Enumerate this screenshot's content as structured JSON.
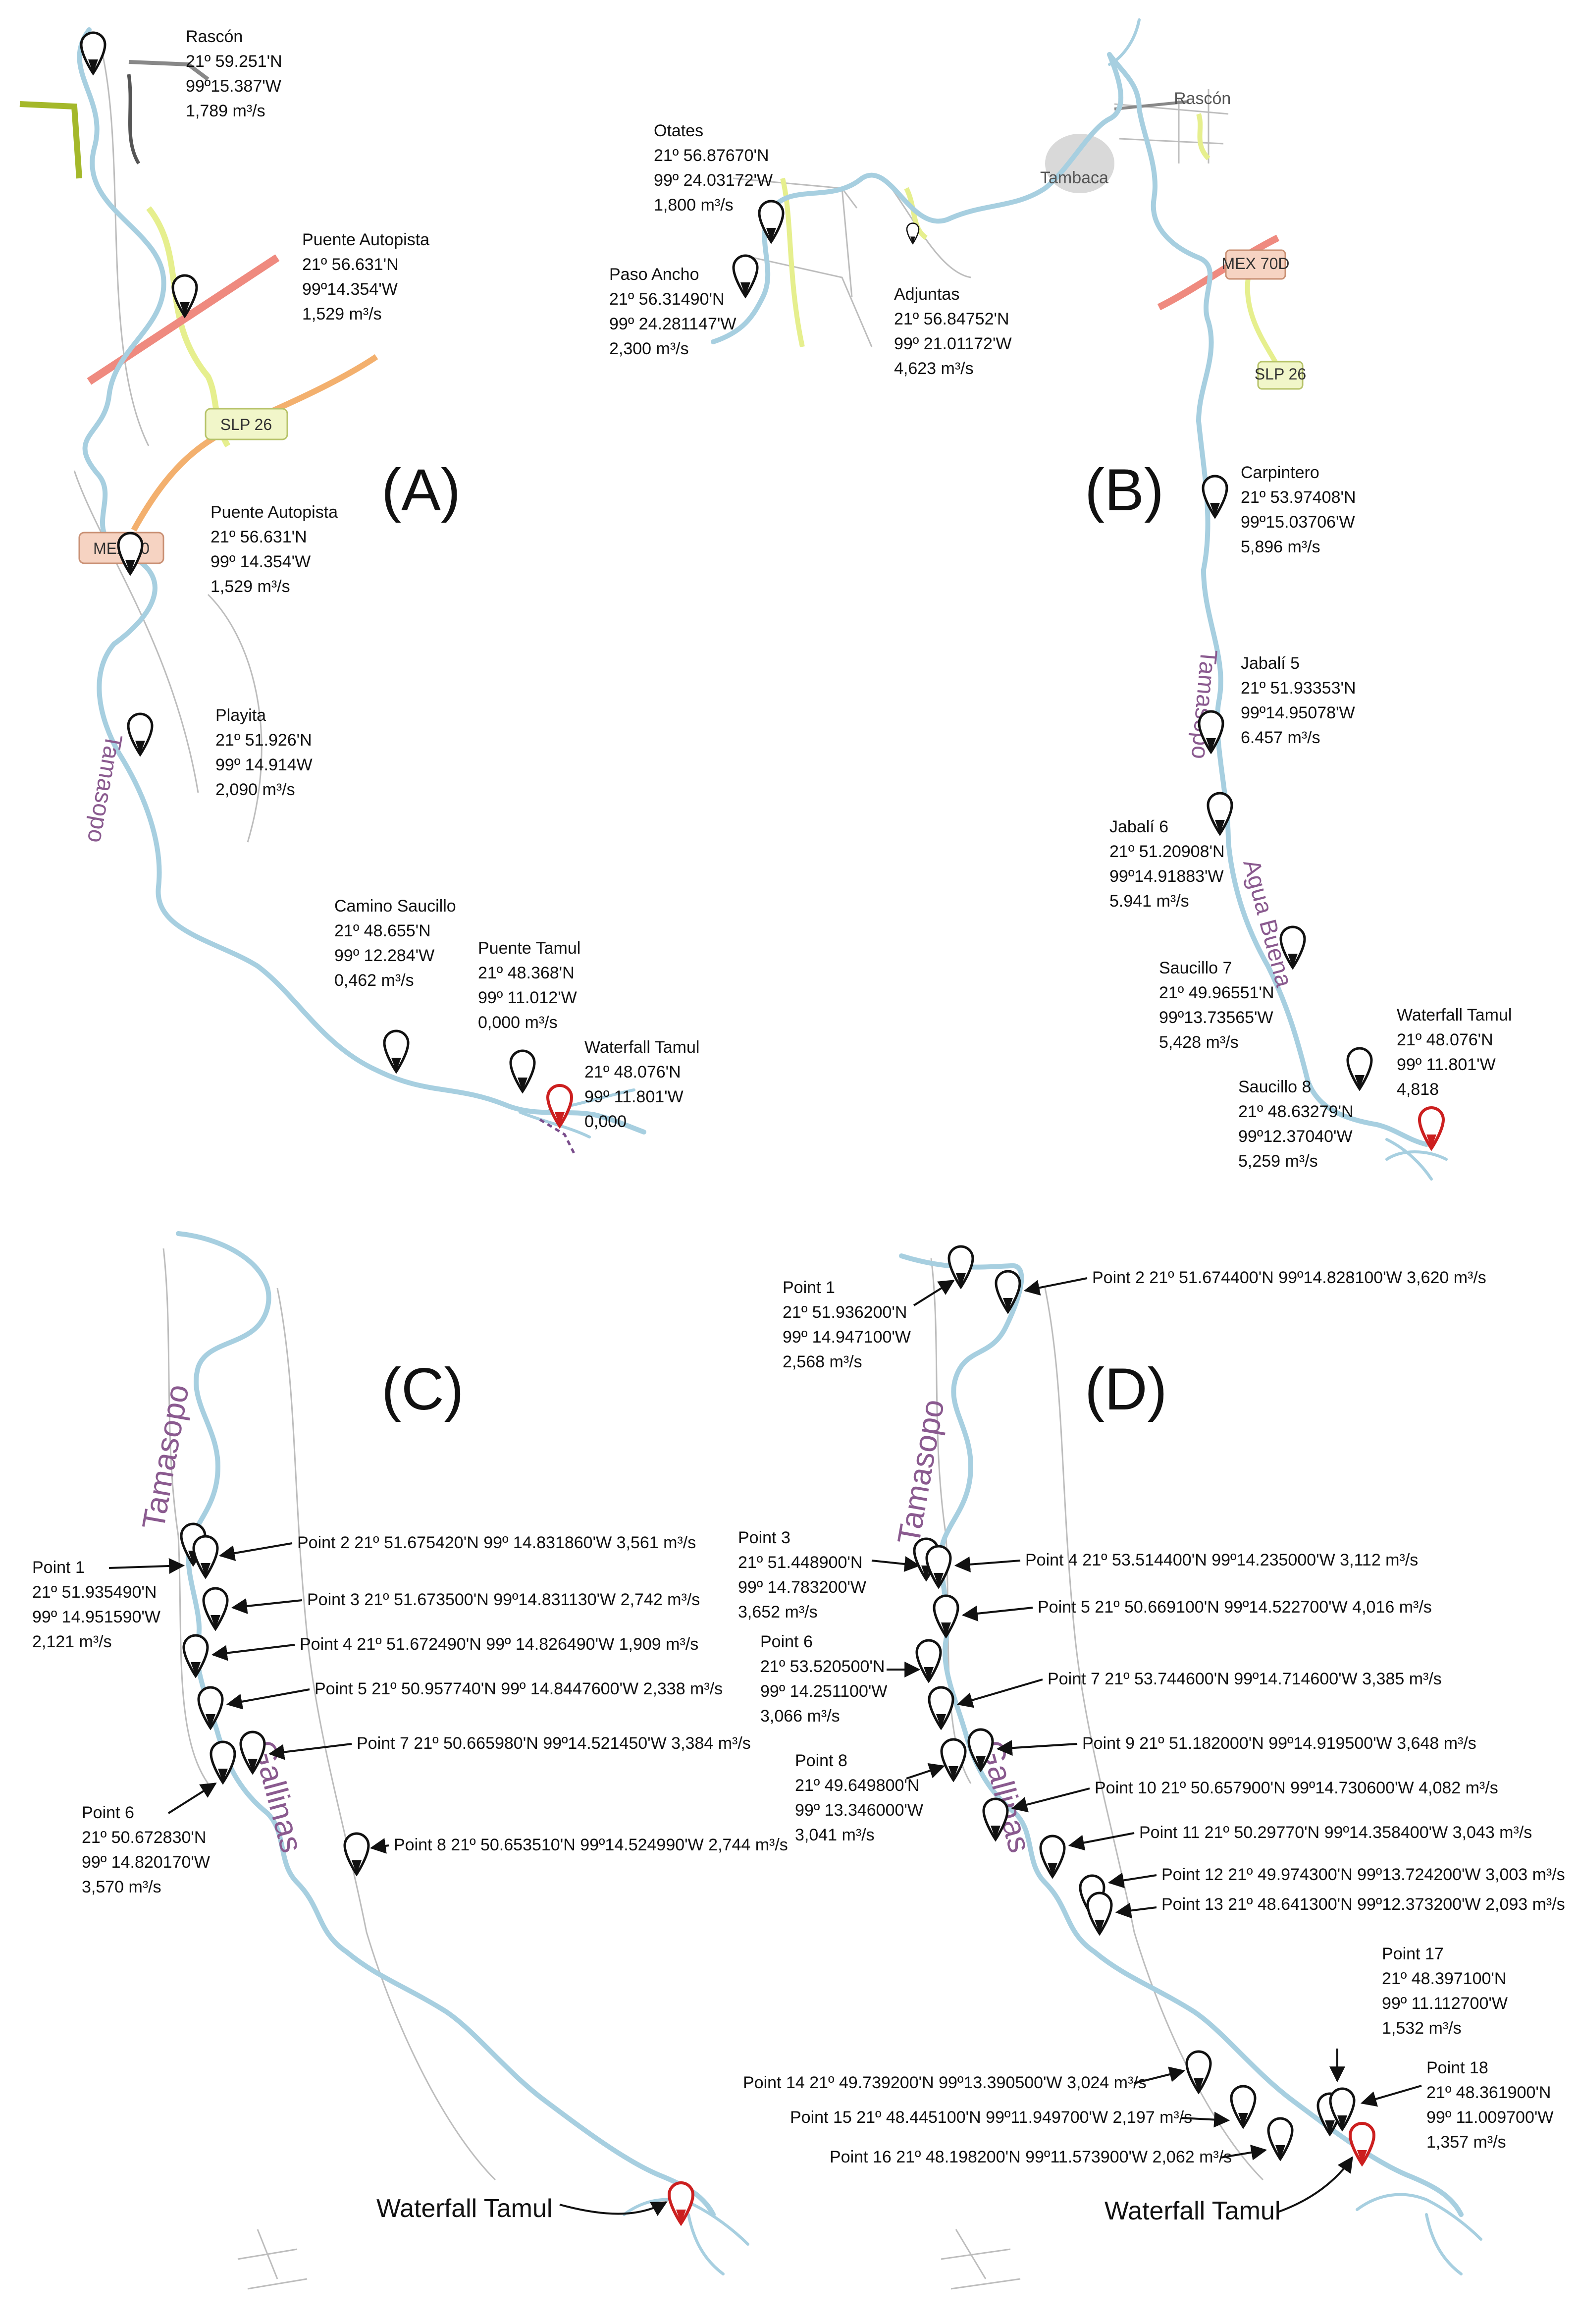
{
  "panels": {
    "A": {
      "letter": "(A)",
      "river_label": "Tamasopo",
      "roads": {
        "slp": "SLP 26",
        "mex": "MEX 70"
      },
      "sites": [
        {
          "lines": [
            "Rascón",
            "21º 59.251'N",
            "99º15.387'W",
            "1,789 m³/s"
          ]
        },
        {
          "lines": [
            "Puente Autopista",
            "21º 56.631'N",
            "99º14.354'W",
            "1,529 m³/s"
          ]
        },
        {
          "lines": [
            "Puente Autopista",
            "21º 56.631'N",
            "99º 14.354'W",
            "1,529 m³/s"
          ]
        },
        {
          "lines": [
            "Playita",
            "21º 51.926'N",
            "99º 14.914W",
            "2,090 m³/s"
          ]
        },
        {
          "lines": [
            "Camino Saucillo",
            "21º 48.655'N",
            "99º 12.284'W",
            "0,462 m³/s"
          ]
        },
        {
          "lines": [
            "Puente Tamul",
            "21º 48.368'N",
            "99º 11.012'W",
            "0,000 m³/s"
          ]
        },
        {
          "lines": [
            "Waterfall Tamul",
            "21º 48.076'N",
            "99º 11.801'W",
            "0,000"
          ]
        }
      ]
    },
    "B": {
      "letter": "(B)",
      "river_labels": [
        "Tamasopo",
        "Agua Buena"
      ],
      "towns": {
        "rascon": "Rascón",
        "tambaca": "Tambaca"
      },
      "roads": {
        "mex": "MEX 70D",
        "slp": "SLP 26"
      },
      "sites": [
        {
          "lines": [
            "Otates",
            "21º 56.87670'N",
            "99º 24.03172'W",
            "1,800 m³/s"
          ]
        },
        {
          "lines": [
            "Paso Ancho",
            "21º 56.31490'N",
            "99º 24.281147'W",
            "2,300 m³/s"
          ]
        },
        {
          "lines": [
            "Adjuntas",
            "21º 56.84752'N",
            "99º 21.01172'W",
            "4,623 m³/s"
          ]
        },
        {
          "lines": [
            "Carpintero",
            "21º 53.97408'N",
            "99º15.03706'W",
            "5,896 m³/s"
          ]
        },
        {
          "lines": [
            "Jabalí 5",
            "21º 51.93353'N",
            "99º14.95078'W",
            "6.457 m³/s"
          ]
        },
        {
          "lines": [
            "Jabalí 6",
            "21º 51.20908'N",
            "99º14.91883'W",
            "5.941 m³/s"
          ]
        },
        {
          "lines": [
            "Saucillo 7",
            "21º 49.96551'N",
            "99º13.73565'W",
            "5,428 m³/s"
          ]
        },
        {
          "lines": [
            "Saucillo 8",
            "21º 48.63279'N",
            "99º12.37040'W",
            "5,259 m³/s"
          ]
        },
        {
          "lines": [
            "Waterfall Tamul",
            "21º 48.076'N",
            "99º 11.801'W",
            "4,818"
          ]
        }
      ]
    },
    "C": {
      "letter": "(C)",
      "river_labels": [
        "Tamasopo",
        "Gallinas"
      ],
      "waterfall": "Waterfall Tamul",
      "sites_multi": [
        {
          "lines": [
            "Point 1",
            "21º 51.935490'N",
            "99º 14.951590'W",
            "2,121 m³/s"
          ]
        },
        {
          "lines": [
            "Point 6",
            "21º 50.672830'N",
            "99º 14.820170'W",
            "3,570 m³/s"
          ]
        }
      ],
      "sites_inline": [
        "Point 2  21º 51.675420'N  99º 14.831860'W 3,561 m³/s",
        "Point 3 21º 51.673500'N 99º14.831130'W 2,742 m³/s",
        "Point 4 21º 51.672490'N 99º 14.826490'W 1,909 m³/s",
        "Point 5 21º 50.957740'N 99º 14.8447600'W 2,338 m³/s",
        "Point 7 21º 50.665980'N 99º14.521450'W 3,384 m³/s",
        "Point 8 21º 50.653510'N 99º14.524990'W 2,744 m³/s"
      ]
    },
    "D": {
      "letter": "(D)",
      "river_labels": [
        "Tamasopo",
        "Gallinas"
      ],
      "waterfall": "Waterfall Tamul",
      "sites_multi": [
        {
          "lines": [
            "Point 1",
            "21º 51.936200'N",
            "99º 14.947100'W",
            "2,568 m³/s"
          ]
        },
        {
          "lines": [
            "Point 3",
            "21º 51.448900'N",
            "99º 14.783200'W",
            "3,652 m³/s"
          ]
        },
        {
          "lines": [
            "Point 6",
            "21º 53.520500'N",
            "99º 14.251100'W",
            "3,066 m³/s"
          ]
        },
        {
          "lines": [
            "Point 8",
            "21º 49.649800'N",
            "99º 13.346000'W",
            "3,041 m³/s"
          ]
        },
        {
          "lines": [
            "Point 17",
            "21º 48.397100'N",
            "99º 11.112700'W",
            "1,532 m³/s"
          ]
        },
        {
          "lines": [
            "Point 18",
            "21º 48.361900'N",
            "99º 11.009700'W",
            "1,357 m³/s"
          ]
        }
      ],
      "sites_inline": [
        "Point 2 21º 51.674400'N 99º14.828100'W 3,620 m³/s",
        "Point 4 21º 53.514400'N 99º14.235000'W 3,112 m³/s",
        "Point 5 21º 50.669100'N 99º14.522700'W 4,016 m³/s",
        "Point 7 21º 53.744600'N 99º14.714600'W 3,385 m³/s",
        "Point 9 21º 51.182000'N 99º14.919500'W 3,648 m³/s",
        "Point 10 21º 50.657900'N 99º14.730600'W 4,082 m³/s",
        "Point 11 21º 50.29770'N 99º14.358400'W 3,043 m³/s",
        "Point 12 21º 49.974300'N 99º13.724200'W 3,003 m³/s",
        "Point 13 21º 48.641300'N 99º12.373200'W 2,093 m³/s",
        "Point 14 21º 49.739200'N 99º13.390500'W 3,024 m³/s",
        "Point 15 21º 48.445100'N 99º11.949700'W 2,197 m³/s",
        "Point 16 21º 48.198200'N 99º11.573900'W 2,062 m³/s"
      ]
    }
  },
  "colors": {
    "river": "#a7cfe0",
    "pin": "#111111",
    "pin_red": "#cc1f1f",
    "road_pink": "#ef8a7f",
    "road_orange": "#f3b06e",
    "road_yellow": "#e6ef8e",
    "badge_fill": "#f6d3c2"
  }
}
